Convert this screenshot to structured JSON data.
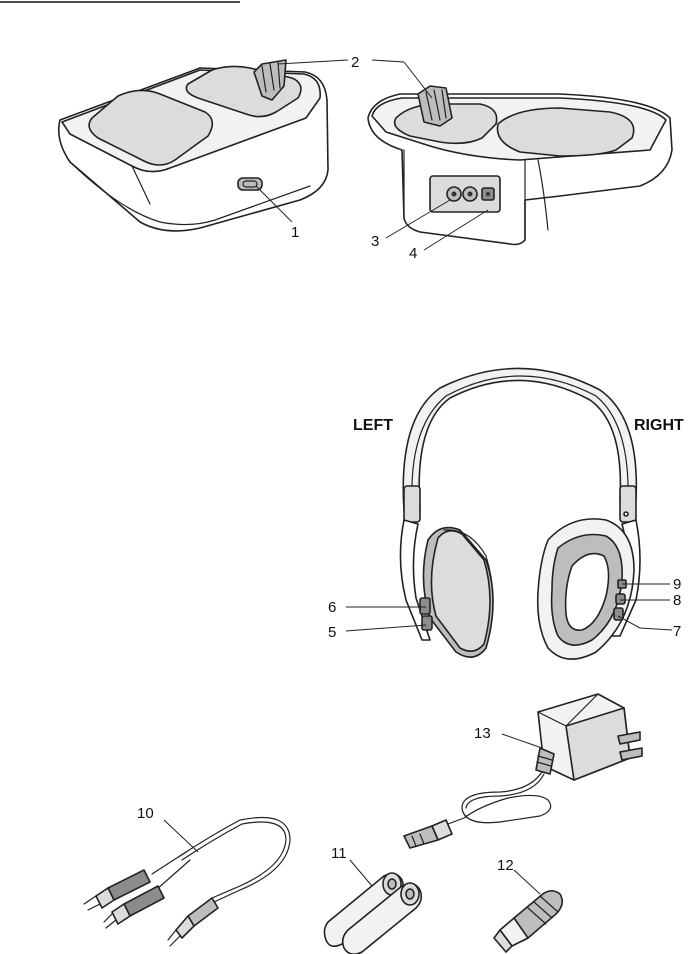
{
  "callouts": {
    "c1": "1",
    "c2": "2",
    "c3": "3",
    "c4": "4",
    "c5": "5",
    "c6": "6",
    "c7": "7",
    "c8": "8",
    "c9": "9",
    "c10": "10",
    "c11": "11",
    "c12": "12",
    "c13": "13"
  },
  "headphone_sides": {
    "left": "LEFT",
    "right": "RIGHT"
  }
}
